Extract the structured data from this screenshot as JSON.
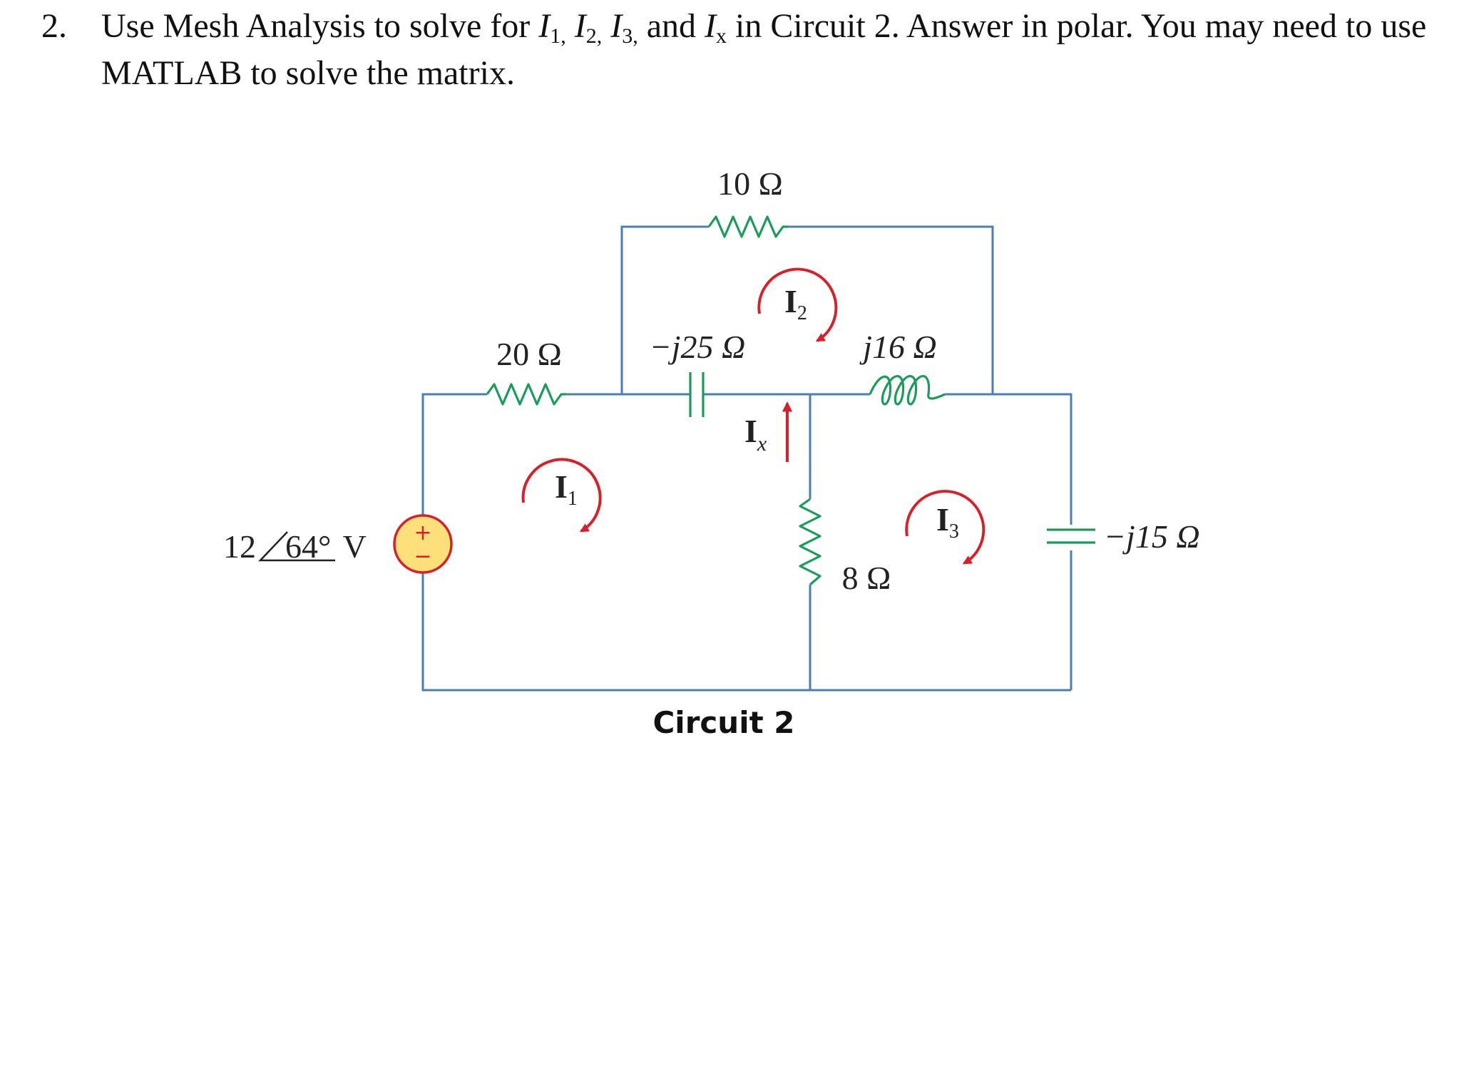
{
  "question": {
    "number": "2.",
    "t1": "Use Mesh Analysis to solve for ",
    "i1": "I",
    "s1": "1,",
    "i2": "I",
    "s2": "2,",
    "i3": "I",
    "s3": "3,",
    "t2": " and ",
    "ix": "I",
    "sx": "x",
    "t3": " in Circuit 2. Answer in polar. You may need to use MATLAB to solve the matrix."
  },
  "circuit": {
    "caption": "Circuit 2",
    "source": {
      "mag": "12",
      "angle": "64°",
      "unit": " V",
      "plus": "+",
      "minus": "−"
    },
    "r_top": "10 Ω",
    "r_left": "20 Ω",
    "cap_mid": "−j25 Ω",
    "ind": "j16 Ω",
    "r_mid": "8 Ω",
    "cap_right": "−j15 Ω",
    "mesh1": {
      "main": "I",
      "sub": "1"
    },
    "mesh2": {
      "main": "I",
      "sub": "2"
    },
    "mesh3": {
      "main": "I",
      "sub": "3"
    },
    "branch": {
      "main": "I",
      "sub": "x"
    }
  },
  "colors": {
    "wire": "#4a7fb5",
    "component": "#1a9c5a",
    "arrow": "#d8202a",
    "source_fill": "#fde07a",
    "source_stroke": "#d8202a"
  }
}
